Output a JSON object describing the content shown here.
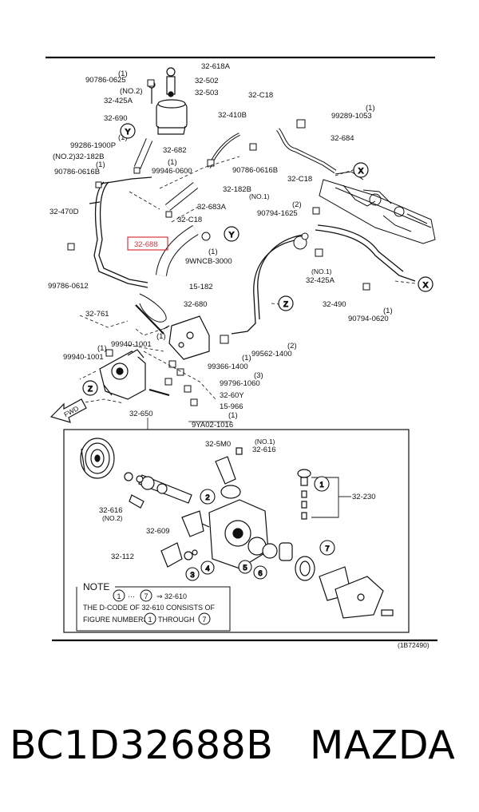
{
  "diagram": {
    "ref_code": "(1B72490)",
    "highlight_label": "32-688",
    "labels": [
      {
        "id": "l1",
        "t": "32-618A"
      },
      {
        "id": "l2",
        "t": "(1)"
      },
      {
        "id": "l3",
        "t": "90786-0625"
      },
      {
        "id": "l4",
        "t": "32-502"
      },
      {
        "id": "l5",
        "t": "(NO.2)"
      },
      {
        "id": "l6",
        "t": "32-503"
      },
      {
        "id": "l7",
        "t": "32-425A"
      },
      {
        "id": "l8",
        "t": "32-C18"
      },
      {
        "id": "l9",
        "t": "32-410B"
      },
      {
        "id": "l10",
        "t": "(1)"
      },
      {
        "id": "l11",
        "t": "99289-1053"
      },
      {
        "id": "l12",
        "t": "32-690"
      },
      {
        "id": "l13",
        "t": "32-684"
      },
      {
        "id": "l14",
        "t": "(1)"
      },
      {
        "id": "l15",
        "t": "99286-1900P"
      },
      {
        "id": "l16",
        "t": "32-682"
      },
      {
        "id": "l17",
        "t": "(NO.2)32-182B"
      },
      {
        "id": "l18",
        "t": "(1)"
      },
      {
        "id": "l19",
        "t": "(1)"
      },
      {
        "id": "l20",
        "t": "99946-0600"
      },
      {
        "id": "l21",
        "t": "90786-0616B"
      },
      {
        "id": "l22",
        "t": "90786-0616B"
      },
      {
        "id": "l23",
        "t": "32-C18"
      },
      {
        "id": "l24",
        "t": "32-182B"
      },
      {
        "id": "l25",
        "t": "(NO.1)"
      },
      {
        "id": "l26",
        "t": "32-470D"
      },
      {
        "id": "l27",
        "t": "32-683A"
      },
      {
        "id": "l28",
        "t": "(2)"
      },
      {
        "id": "l29",
        "t": "90794-1625"
      },
      {
        "id": "l30",
        "t": "32-C18"
      },
      {
        "id": "l31",
        "t": "(1)"
      },
      {
        "id": "l32",
        "t": "9WNCB-3000"
      },
      {
        "id": "l33",
        "t": "(NO.1)"
      },
      {
        "id": "l34",
        "t": "32-425A"
      },
      {
        "id": "l35",
        "t": "99786-0612"
      },
      {
        "id": "l36",
        "t": "15-182"
      },
      {
        "id": "l37",
        "t": "32-490"
      },
      {
        "id": "l38",
        "t": "(1)"
      },
      {
        "id": "l39",
        "t": "90794-0620"
      },
      {
        "id": "l40",
        "t": "32-680"
      },
      {
        "id": "l41",
        "t": "32-761"
      },
      {
        "id": "l42",
        "t": "(1)"
      },
      {
        "id": "l43",
        "t": "99940-1001"
      },
      {
        "id": "l44",
        "t": "(1)"
      },
      {
        "id": "l45",
        "t": "99940-1001"
      },
      {
        "id": "l46",
        "t": "(2)"
      },
      {
        "id": "l47",
        "t": "99562-1400"
      },
      {
        "id": "l48",
        "t": "(1)"
      },
      {
        "id": "l49",
        "t": "99366-1400"
      },
      {
        "id": "l50",
        "t": "(3)"
      },
      {
        "id": "l51",
        "t": "99796-1060"
      },
      {
        "id": "l52",
        "t": "32-60Y"
      },
      {
        "id": "l53",
        "t": "15-966"
      },
      {
        "id": "l54",
        "t": "(1)"
      },
      {
        "id": "l55",
        "t": "32-650"
      },
      {
        "id": "l56",
        "t": "9YA02-1016"
      },
      {
        "id": "l57",
        "t": "32-5M0"
      },
      {
        "id": "l58",
        "t": "(NO.1)"
      },
      {
        "id": "l59",
        "t": "32-616"
      },
      {
        "id": "l60",
        "t": "32-230"
      },
      {
        "id": "l61",
        "t": "32-616"
      },
      {
        "id": "l62",
        "t": "(NO.2)"
      },
      {
        "id": "l63",
        "t": "32-609"
      },
      {
        "id": "l64",
        "t": "32-112"
      }
    ],
    "circled": {
      "y1": "Y",
      "y2": "Y",
      "x1": "X",
      "x2": "X",
      "z1": "Z",
      "z2": "Z",
      "n1": "1",
      "n2": "2",
      "n3": "3",
      "n4": "4",
      "n5": "5",
      "n6": "6",
      "n7": "7"
    },
    "fwd": "FWD",
    "note": {
      "heading": "NOTE",
      "line1_a": "1",
      "line1_dots": "···",
      "line1_b": "7",
      "line1_c": "⇒ 32-610",
      "line2": "THE D-CODE OF 32-610   CONSISTS OF",
      "line3_a": "FIGURE NUMBERS",
      "line3_b": "1",
      "line3_c": "THROUGH",
      "line3_d": "7"
    }
  },
  "caption": {
    "part_code": "BC1D32688B",
    "brand": "MAZDA"
  }
}
